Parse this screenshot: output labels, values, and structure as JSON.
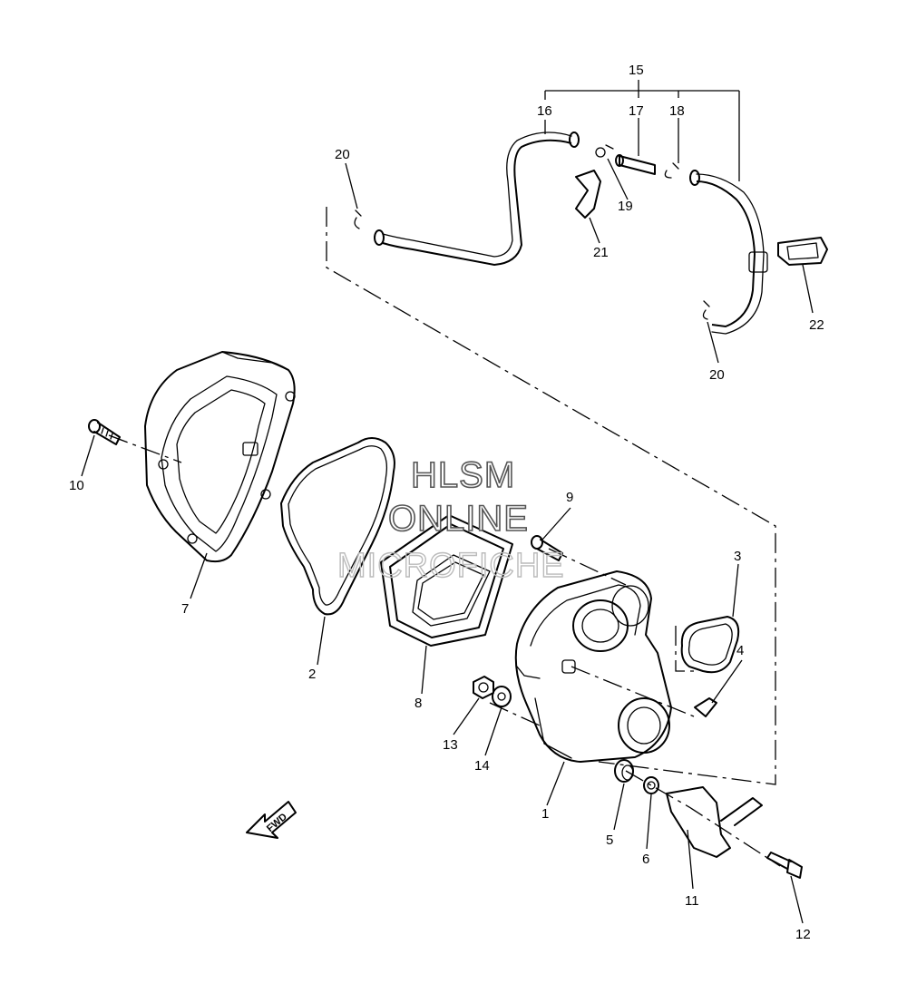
{
  "watermark": {
    "line1": "HLSM",
    "line2": "ONLINE",
    "line3": "MICROFICHE"
  },
  "fwd_label": "FWD",
  "callouts": {
    "c1": "1",
    "c2": "2",
    "c3": "3",
    "c4": "4",
    "c5": "5",
    "c6": "6",
    "c7": "7",
    "c8": "8",
    "c9": "9",
    "c10": "10",
    "c11": "11",
    "c12": "12",
    "c13": "13",
    "c14": "14",
    "c15": "15",
    "c16": "16",
    "c17": "17",
    "c18": "18",
    "c19": "19",
    "c20a": "20",
    "c20b": "20",
    "c21": "21",
    "c22": "22"
  }
}
